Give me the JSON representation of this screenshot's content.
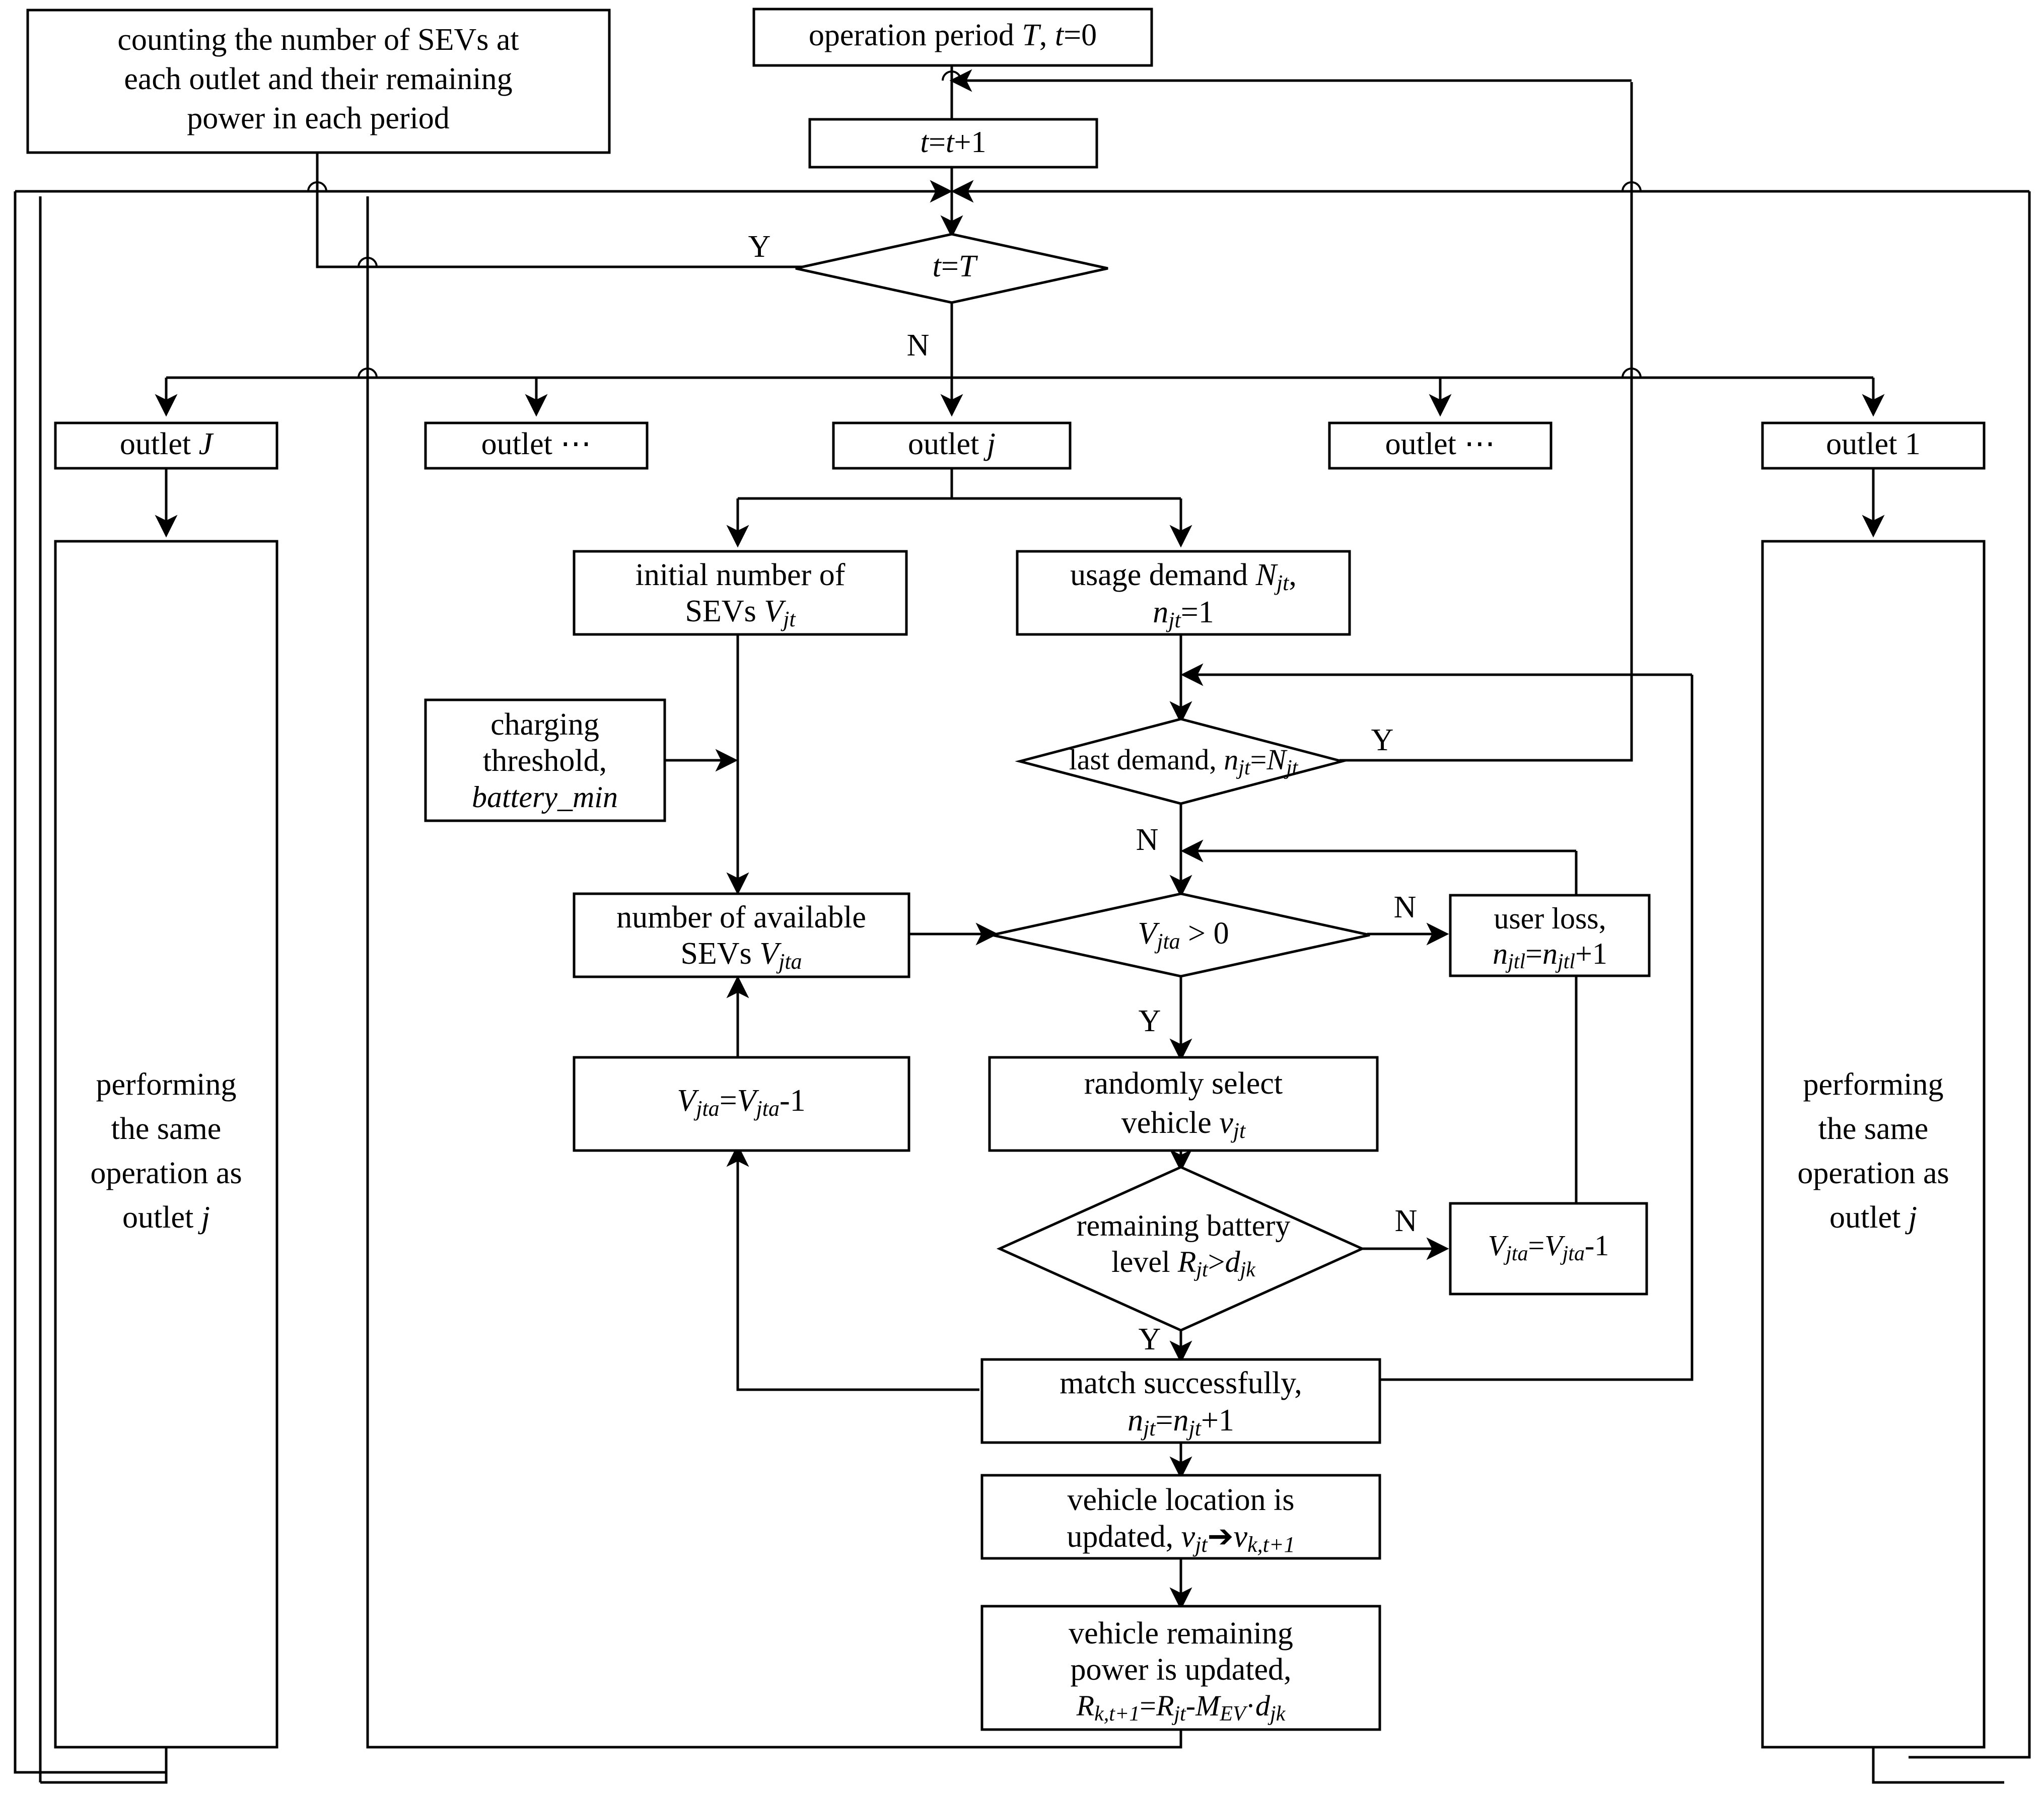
{
  "diagram": {
    "title": "SEV outlet operation flowchart",
    "stroke_color": "#000000",
    "background_color": "#ffffff"
  },
  "nodes": {
    "counting": {
      "lines": [
        "counting the number of SEVs at",
        "each outlet and their remaining",
        "power in each period"
      ]
    },
    "operation_period": {
      "text": "operation period T, t=0"
    },
    "t_increment": {
      "text": "t=t+1"
    },
    "t_equals_T": {
      "text": "t=T"
    },
    "outlet_J": {
      "text": "outlet J"
    },
    "outlet_dots_left": {
      "text": "outlet ⋯"
    },
    "outlet_j": {
      "text": "outlet j"
    },
    "outlet_dots_right": {
      "text": "outlet ⋯"
    },
    "outlet_1": {
      "text": "outlet 1"
    },
    "perf_left": {
      "lines": [
        "performing",
        "the same",
        "operation as",
        "outlet j"
      ]
    },
    "perf_right": {
      "lines": [
        "performing",
        "the same",
        "operation as",
        "outlet j"
      ]
    },
    "initial_sevs": {
      "lines": [
        "initial number of",
        "SEVs Vjt"
      ]
    },
    "usage_demand": {
      "lines": [
        "usage demand Njt,",
        "njt=1"
      ]
    },
    "charging_threshold": {
      "lines": [
        "charging",
        "threshold,",
        "battery_min"
      ]
    },
    "last_demand": {
      "text": "last demand, njt=Njt"
    },
    "available_sevs": {
      "lines": [
        "number of available",
        "SEVs Vjta"
      ]
    },
    "vjta_gt_0": {
      "text": "Vjta > 0"
    },
    "user_loss": {
      "lines": [
        "user loss,",
        "njtl=njtl+1"
      ]
    },
    "vjta_minus_left": {
      "text": "Vjta=Vjta-1"
    },
    "random_select": {
      "lines": [
        "randomly select",
        "vehicle vjt"
      ]
    },
    "battery_level": {
      "lines": [
        "remaining battery",
        "level Rjt>djk"
      ]
    },
    "vjta_minus_right": {
      "text": "Vjta=Vjta-1"
    },
    "match_success": {
      "lines": [
        "match successfully,",
        "njt=njt+1"
      ]
    },
    "vehicle_location": {
      "lines": [
        "vehicle location is",
        "updated, vjt➔vk,t+1"
      ]
    },
    "vehicle_power": {
      "lines": [
        "vehicle remaining",
        "power is updated,",
        "Rk,t+1=Rjt-MEV·djk"
      ]
    }
  },
  "edge_labels": {
    "t_eq_T_yes": "Y",
    "t_eq_T_no": "N",
    "last_demand_yes": "Y",
    "last_demand_no": "N",
    "vjta_gt0_no": "N",
    "vjta_gt0_yes": "Y",
    "battery_no": "N",
    "battery_yes": "Y"
  }
}
